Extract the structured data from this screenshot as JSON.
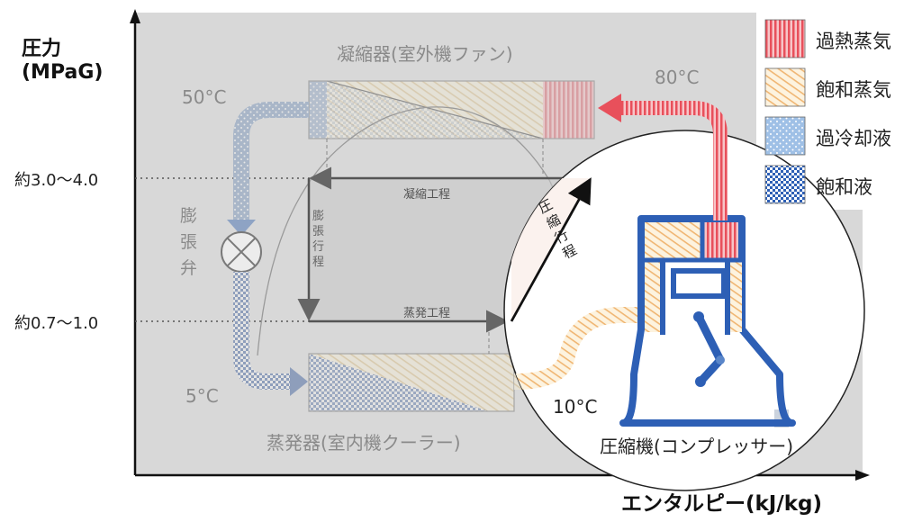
{
  "axes": {
    "y_title_line1": "圧力",
    "y_title_line2": "(MPaG)",
    "x_title": "エンタルピー(kJ/kg)",
    "y_ticks": [
      "約3.0〜4.0",
      "約0.7〜1.0"
    ]
  },
  "components": {
    "condenser": "凝縮器(室外機ファン)",
    "evaporator": "蒸発器(室内機クーラー)",
    "expansion_valve": [
      "膨",
      "張",
      "弁"
    ],
    "compressor": "圧縮機(コンプレッサー)"
  },
  "processes": {
    "condensation": "凝縮工程",
    "evaporation": "蒸発工程",
    "expansion": [
      "膨",
      "張",
      "行",
      "程"
    ],
    "compression": [
      "圧",
      "縮",
      "行",
      "程"
    ]
  },
  "temperatures": {
    "discharge": "80°C",
    "condensing": "50°C",
    "evaporating": "5°C",
    "suction": "10°C"
  },
  "legend": [
    {
      "label": "過熱蒸気",
      "color": "#e8505b"
    },
    {
      "label": "飽和蒸気",
      "color": "#f2c27a"
    },
    {
      "label": "過冷却液",
      "color": "#6f9fd8"
    },
    {
      "label": "飽和液",
      "color": "#2d5fb5"
    }
  ]
}
